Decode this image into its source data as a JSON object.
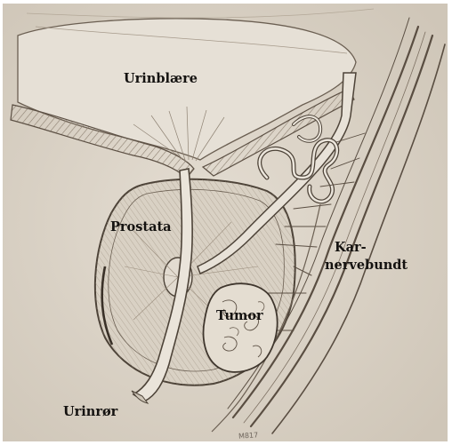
{
  "labels": {
    "bladder": "Urinblære",
    "prostate": "Prostata",
    "tumor": "Tumor",
    "bundle_line1": "Kar-",
    "bundle_line2": "nervebundt",
    "urethra": "Urinrør"
  },
  "signature": "M817",
  "colors": {
    "paper": "#ddd6cb",
    "ink": "#4d4338",
    "hatch": "#8c7f70",
    "vessel": "#5a4e42",
    "text": "#141210"
  }
}
